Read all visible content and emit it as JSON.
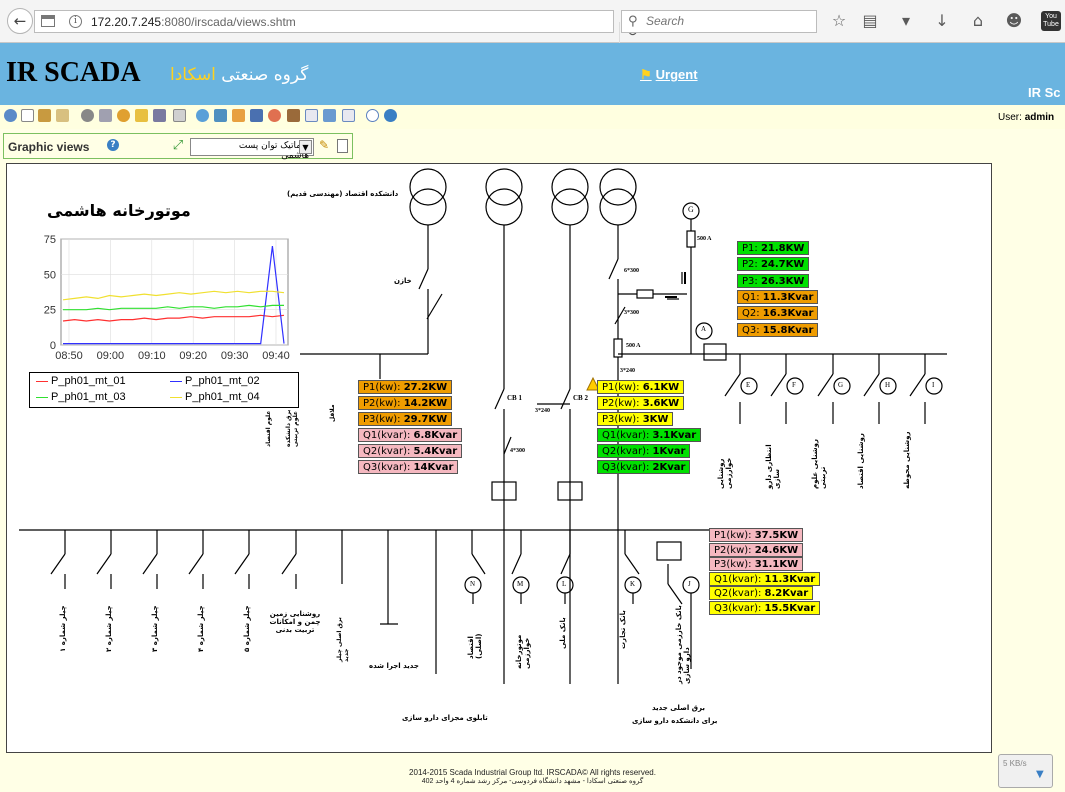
{
  "browser": {
    "url_host": "172.20.7.245",
    "url_rest": ":8080/irscada/views.shtm",
    "search_placeholder": "Search"
  },
  "header": {
    "brand": "IR SCADA",
    "group_name_prefix": "گروه صنعتی",
    "group_name_accent": "اسکادا",
    "urgent_label": "Urgent",
    "right_brand": "IR Sc"
  },
  "user": {
    "label": "User:",
    "name": "admin"
  },
  "graphic_views": {
    "title": "Graphic views",
    "selected_view": "شماتیک توان پست هاشمی"
  },
  "diagram": {
    "title": "موتورخانه هاشمی",
    "top_label": "دانشکده اقتصاد (مهندسی قدیم)",
    "khazen": "خازن",
    "cb1": "CB 1",
    "cb2": "CB 2",
    "g_label": "G",
    "a_label": "A",
    "amp500": "500 A",
    "amp500b": "500 A",
    "cable_6x300": "6*300",
    "cable_3x300": "3*300",
    "cable_3x240a": "3*240",
    "cable_3x240b": "3*240",
    "cable_4x300": "4*300",
    "top_busbar_labels": [
      "روشنایی خوارزمی",
      "انتظاری دارو سازی",
      "روشنایی علوم تربیتی",
      "روشنایی اقتصاد",
      "روشنایی محوطه"
    ],
    "top_busbar_letters": [
      "E",
      "F",
      "G",
      "H",
      "I"
    ],
    "bottom_busbar_letters": [
      "N",
      "M",
      "L",
      "K",
      "J"
    ],
    "left_feeders_top": [
      "ملاقل",
      "برق دانشکده علوم تربیتی",
      "علوم اقتصاد"
    ],
    "bottom_left_feeders": [
      "چیلر شماره ۱",
      "چیلر شماره ۲",
      "چیلر شماره ۳",
      "چیلر شماره ۴",
      "چیلر شماره ۵"
    ],
    "lighting_feeder": "روشنایی زمین چمن و امکانات تربیت بدنی",
    "main_chiller": "برق اصلی چیلر جدید",
    "new_exec": "جدید اجرا شده",
    "pharmacy_panel": "تابلوی مجزای دارو سازی",
    "economics_main": "اقتصاد (اصلی)",
    "kharazmi_engine": "موتورخانه خوارزمی",
    "bank_melli": "بانک ملی",
    "bank_tejarat": "بانک تجارت",
    "bank_kharazmi": "بانک خارزمی موجود در دارو سازی",
    "new_main_line1": "برق اصلی جدید",
    "new_main_line2": "برای دانشکده دارو سازی"
  },
  "chart_data": {
    "type": "line",
    "x": [
      "08:50",
      "09:00",
      "09:10",
      "09:20",
      "09:30",
      "09:40"
    ],
    "ylim": [
      0,
      75
    ],
    "yticks": [
      0,
      25,
      50,
      75
    ],
    "series": [
      {
        "name": "P_ph01_mt_01",
        "color": "#ff3030",
        "values": [
          17,
          18,
          17,
          18,
          17,
          18,
          18,
          19,
          18,
          19,
          19,
          20,
          19,
          20,
          20,
          20,
          20,
          21,
          20,
          21
        ]
      },
      {
        "name": "P_ph01_mt_02",
        "color": "#3030ff",
        "values": [
          1,
          1,
          1,
          1,
          1,
          1,
          1,
          1,
          1,
          1,
          1,
          1,
          1,
          1,
          1,
          1,
          1,
          1,
          70,
          1
        ]
      },
      {
        "name": "P_ph01_mt_03",
        "color": "#30e030",
        "values": [
          25,
          25,
          25,
          26,
          25,
          26,
          26,
          26,
          26,
          27,
          26,
          27,
          27,
          26,
          27,
          27,
          28,
          27,
          28,
          28
        ]
      },
      {
        "name": "P_ph01_mt_04",
        "color": "#f0e030",
        "values": [
          32,
          33,
          34,
          33,
          35,
          34,
          35,
          36,
          35,
          36,
          37,
          36,
          37,
          38,
          37,
          38,
          37,
          38,
          38,
          37
        ]
      }
    ]
  },
  "readings": {
    "gen": [
      {
        "label": "P1:",
        "value": "21.8KW",
        "color": "green"
      },
      {
        "label": "P2:",
        "value": "24.7KW",
        "color": "green"
      },
      {
        "label": "P3:",
        "value": "26.3KW",
        "color": "green"
      },
      {
        "label": "Q1:",
        "value": "11.3Kvar",
        "color": "orange"
      },
      {
        "label": "Q2:",
        "value": "16.3Kvar",
        "color": "orange"
      },
      {
        "label": "Q3:",
        "value": "15.8Kvar",
        "color": "orange"
      }
    ],
    "left": [
      {
        "label": "P1(kw):",
        "value": "27.2KW",
        "color": "orange"
      },
      {
        "label": "P2(kw):",
        "value": "14.2KW",
        "color": "orange"
      },
      {
        "label": "P3(kw):",
        "value": "29.7KW",
        "color": "orange"
      },
      {
        "label": "Q1(kvar):",
        "value": "6.8Kvar",
        "color": "pink"
      },
      {
        "label": "Q2(kvar):",
        "value": "5.4Kvar",
        "color": "pink"
      },
      {
        "label": "Q3(kvar):",
        "value": "14Kvar",
        "color": "pink"
      }
    ],
    "mid": [
      {
        "label": "P1(kw):",
        "value": "6.1KW",
        "color": "yellow"
      },
      {
        "label": "P2(kw):",
        "value": "3.6KW",
        "color": "yellow"
      },
      {
        "label": "P3(kw):",
        "value": "3KW",
        "color": "yellow"
      },
      {
        "label": "Q1(kvar):",
        "value": "3.1Kvar",
        "color": "green"
      },
      {
        "label": "Q2(kvar):",
        "value": "1Kvar",
        "color": "green"
      },
      {
        "label": "Q3(kvar):",
        "value": "2Kvar",
        "color": "green"
      }
    ],
    "right": [
      {
        "label": "P1(kw):",
        "value": "37.5KW",
        "color": "pink"
      },
      {
        "label": "P2(kw):",
        "value": "24.6KW",
        "color": "pink"
      },
      {
        "label": "P3(kw):",
        "value": "31.1KW",
        "color": "pink"
      },
      {
        "label": "Q1(kvar):",
        "value": "11.3Kvar",
        "color": "yellow"
      },
      {
        "label": "Q2(kvar):",
        "value": "8.2Kvar",
        "color": "yellow"
      },
      {
        "label": "Q3(kvar):",
        "value": "15.5Kvar",
        "color": "yellow"
      }
    ]
  },
  "footer": {
    "line1": "2014-2015 Scada Industrial Group ltd. IRSCADA© All rights reserved.",
    "line2": "گروه صنعتی اسکادا - مشهد دانشگاه فردوسی- مرکز رشد شماره 4 واحد 402"
  },
  "speed_widget": {
    "text": "5 KB/s"
  }
}
